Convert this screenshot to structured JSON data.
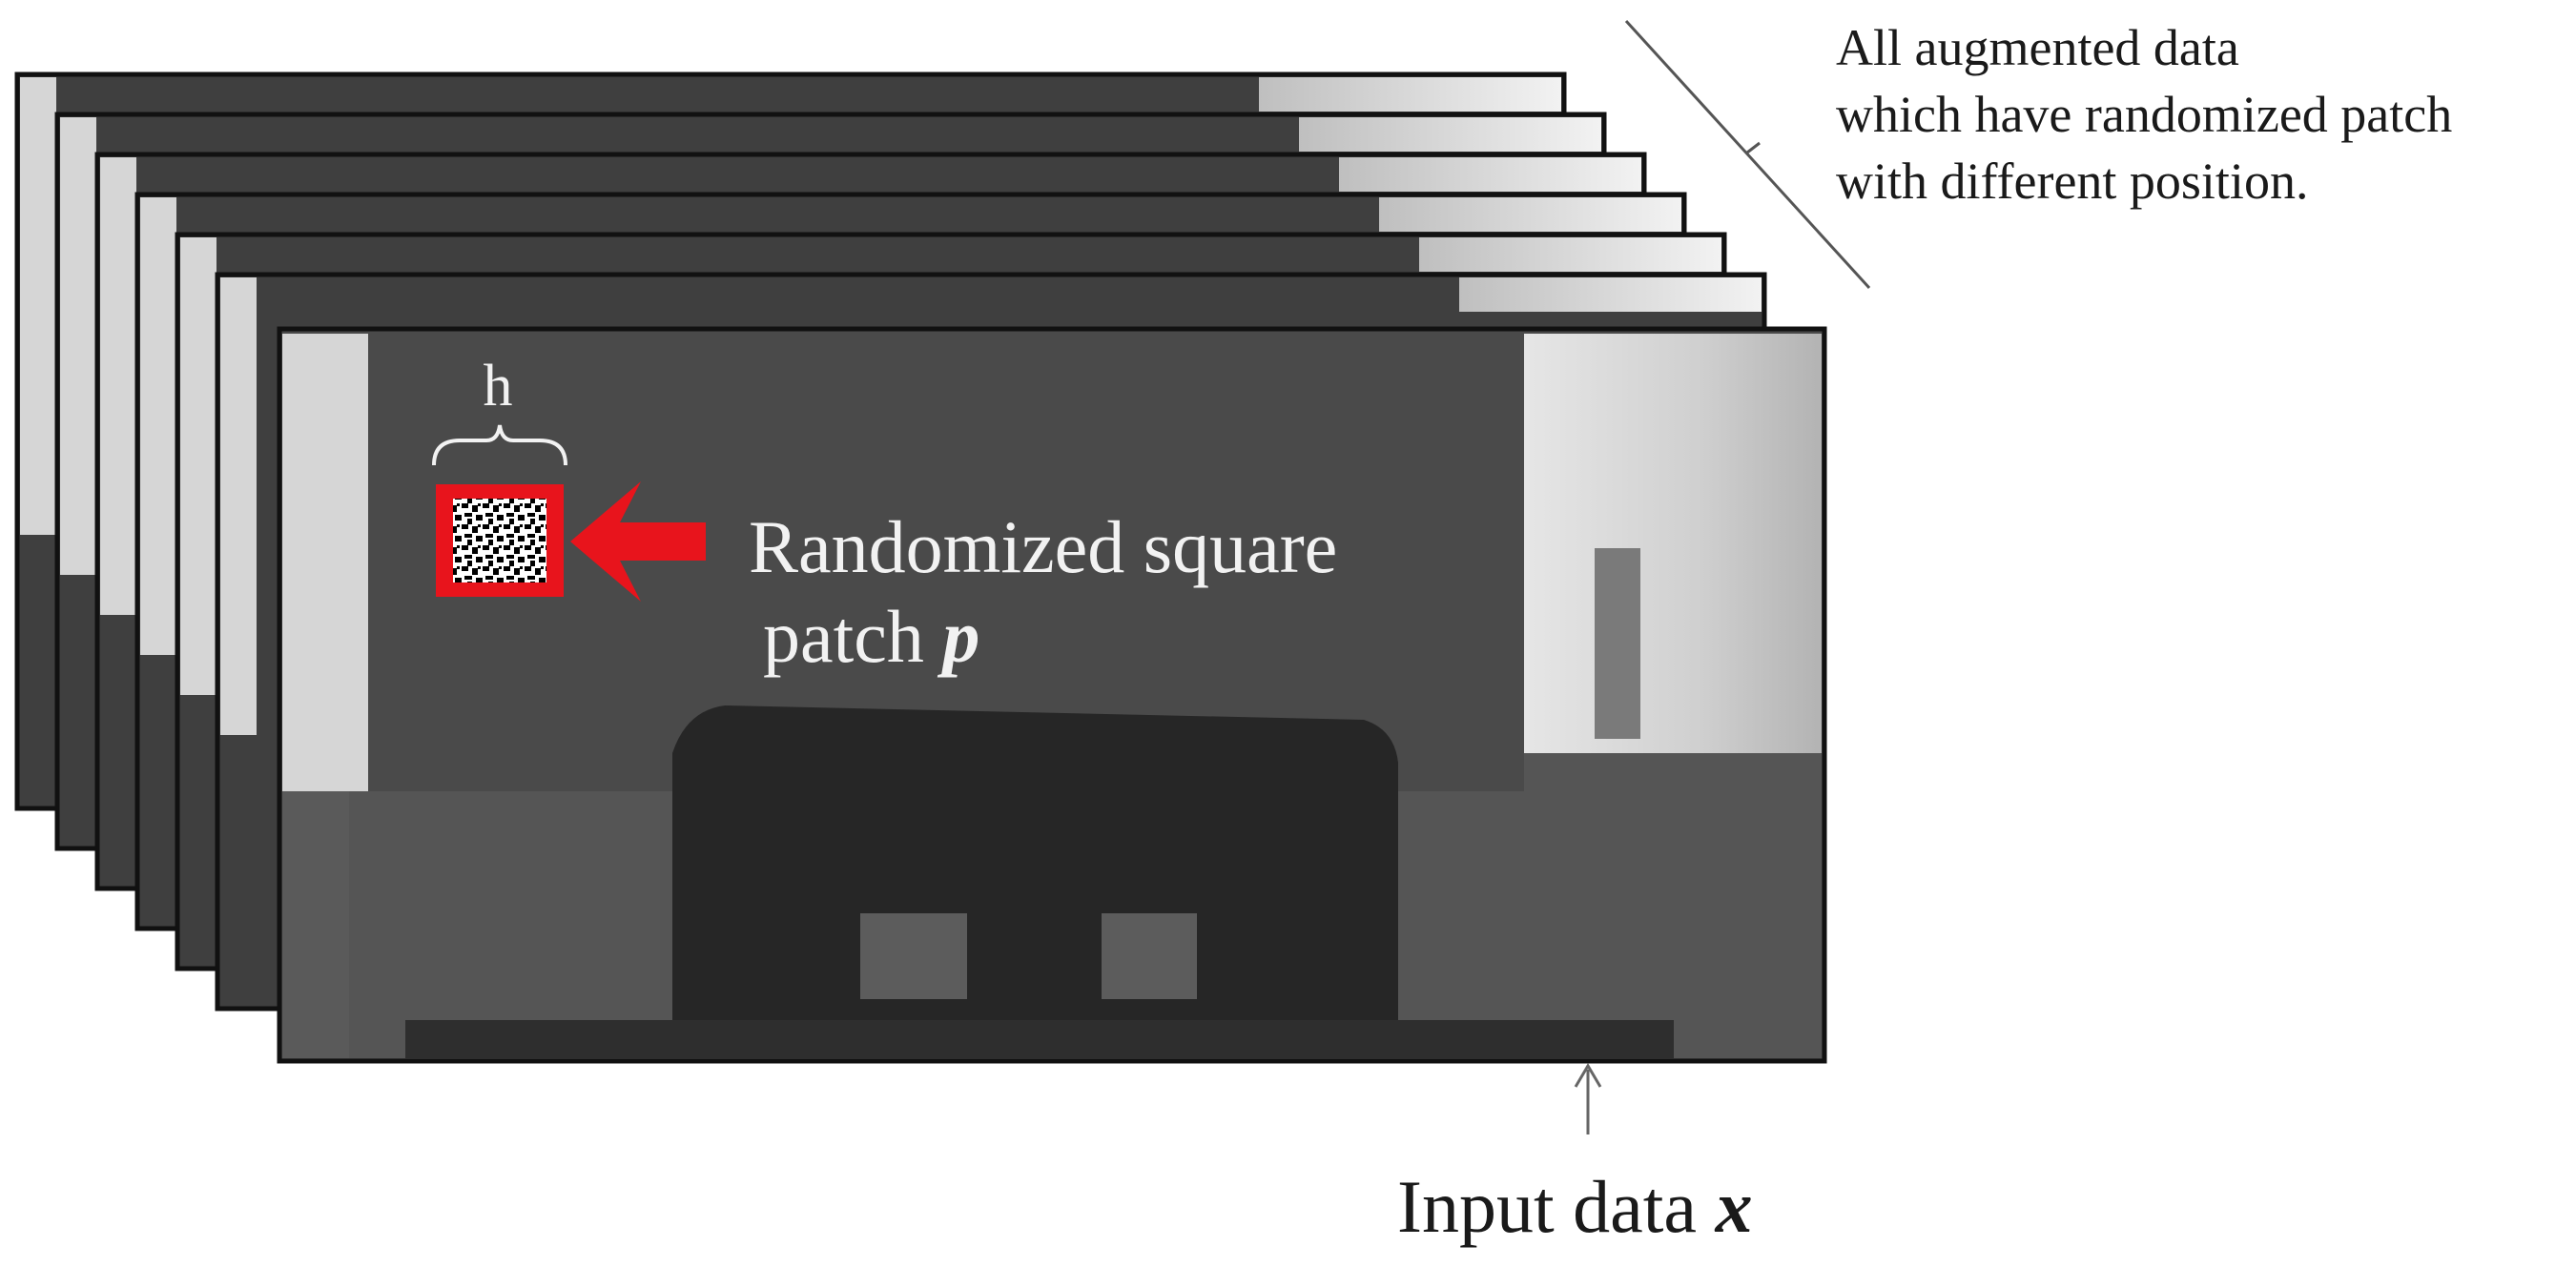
{
  "annotation": {
    "line1": "All augmented data",
    "line2": "which have randomized patch",
    "line3": "with different position."
  },
  "patch_label": {
    "line1": "Randomized square",
    "line2_text": "patch ",
    "line2_symbol": "p"
  },
  "size_label": "h",
  "input_label": {
    "text": "Input data ",
    "symbol": "x"
  },
  "stack": {
    "back_frame_count": 6
  },
  "colors": {
    "highlight_red": "#e8141c",
    "frame_dark": "#3a3a3a",
    "frame_mid": "#4d4d4d",
    "frame_light": "#d9d9d9",
    "text_dark": "#1a1a1a",
    "text_on_image": "#f2f2f2"
  }
}
